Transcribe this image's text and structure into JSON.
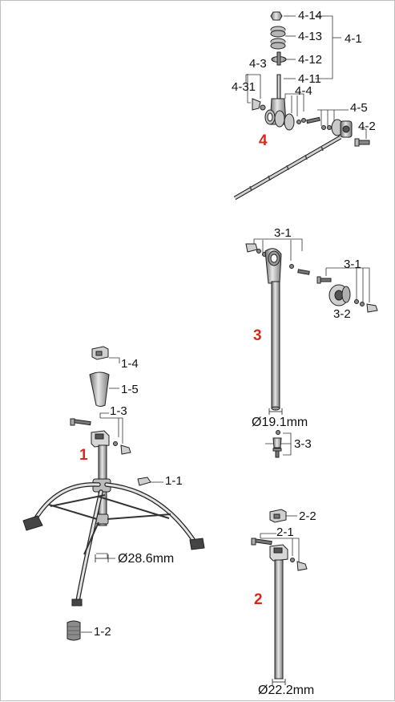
{
  "section_numbers": {
    "s1": "1",
    "s2": "2",
    "s3": "3",
    "s4": "4"
  },
  "parts": {
    "p4_14": "4-14",
    "p4_13": "4-13",
    "p4_1": "4-1",
    "p4_12": "4-12",
    "p4_3": "4-3",
    "p4_31": "4-31",
    "p4_11": "4-11",
    "p4_4": "4-4",
    "p4_5": "4-5",
    "p4_2": "4-2",
    "p3_1a": "3-1",
    "p3_1b": "3-1",
    "p3_2": "3-2",
    "p3_3": "3-3",
    "p1_4": "1-4",
    "p1_5": "1-5",
    "p1_3": "1-3",
    "p1_1": "1-1",
    "p1_2": "1-2",
    "p2_2": "2-2",
    "p2_1": "2-1"
  },
  "dimensions": {
    "d3": "Ø19.1mm",
    "d1": "Ø28.6mm",
    "d2": "Ø22.2mm"
  },
  "colors": {
    "accent": "#d8281e",
    "line": "#222222",
    "metal": "#9a9a9a"
  }
}
